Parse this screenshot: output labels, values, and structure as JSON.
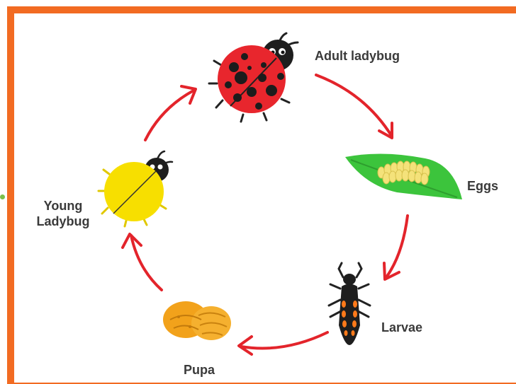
{
  "stages": [
    {
      "id": "adult",
      "label": "Adult ladybug"
    },
    {
      "id": "eggs",
      "label": "Eggs"
    },
    {
      "id": "larvae",
      "label": "Larvae"
    },
    {
      "id": "pupa",
      "label": "Pupa"
    },
    {
      "id": "young",
      "label_line1": "Young",
      "label_line2": "Ladybug"
    }
  ],
  "colors": {
    "frame": "#f26b22",
    "arrow": "#e3242b",
    "adult_body": "#e8262d",
    "young_body": "#f7df00",
    "leaf": "#3cc43c",
    "eggs": "#f4e27a",
    "pupa": "#f2a21b",
    "larva_orange": "#ff7a1a"
  },
  "icons": [
    "adult-ladybug-icon",
    "eggs-on-leaf-icon",
    "larva-icon",
    "pupa-icon",
    "young-ladybug-icon"
  ]
}
